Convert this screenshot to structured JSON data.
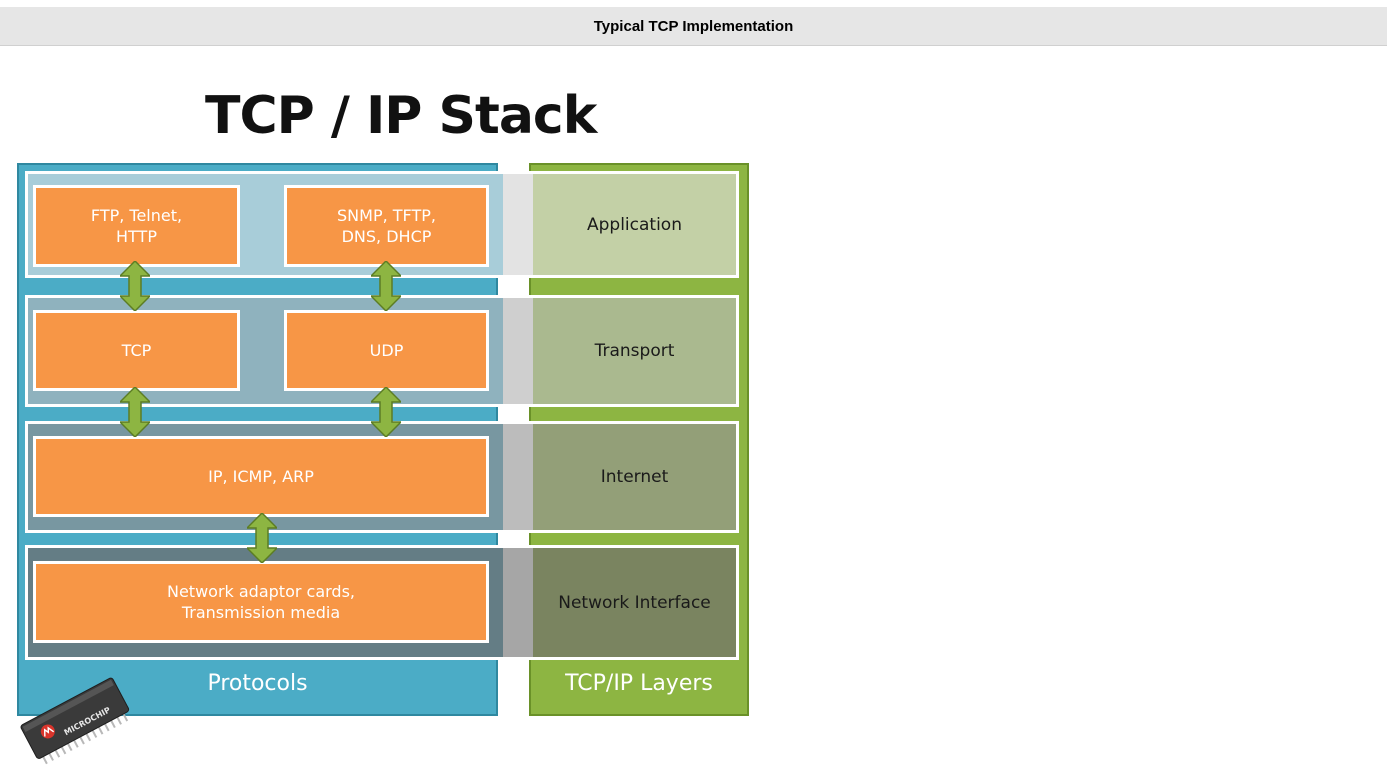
{
  "header": {
    "title": "Typical TCP Implementation"
  },
  "diagram": {
    "title": "TCP / IP Stack",
    "protocols_label": "Protocols",
    "layers_label": "TCP/IP Layers",
    "layers": [
      {
        "name": "Application",
        "protocols": [
          "FTP, Telnet,\nHTTP",
          "SNMP, TFTP,\nDNS, DHCP"
        ]
      },
      {
        "name": "Transport",
        "protocols": [
          "TCP",
          "UDP"
        ]
      },
      {
        "name": "Internet",
        "protocols": [
          "IP, ICMP, ARP"
        ]
      },
      {
        "name": "Network Interface",
        "protocols": [
          "Network adaptor cards,\nTransmission media"
        ]
      }
    ],
    "logo_text": "MICROCHIP"
  },
  "colors": {
    "protocols_panel": "#4bacc6",
    "layers_panel": "#8db542",
    "protocol_box": "#f79646",
    "arrow": "#8db542",
    "header_bar": "#e6e6e6"
  }
}
